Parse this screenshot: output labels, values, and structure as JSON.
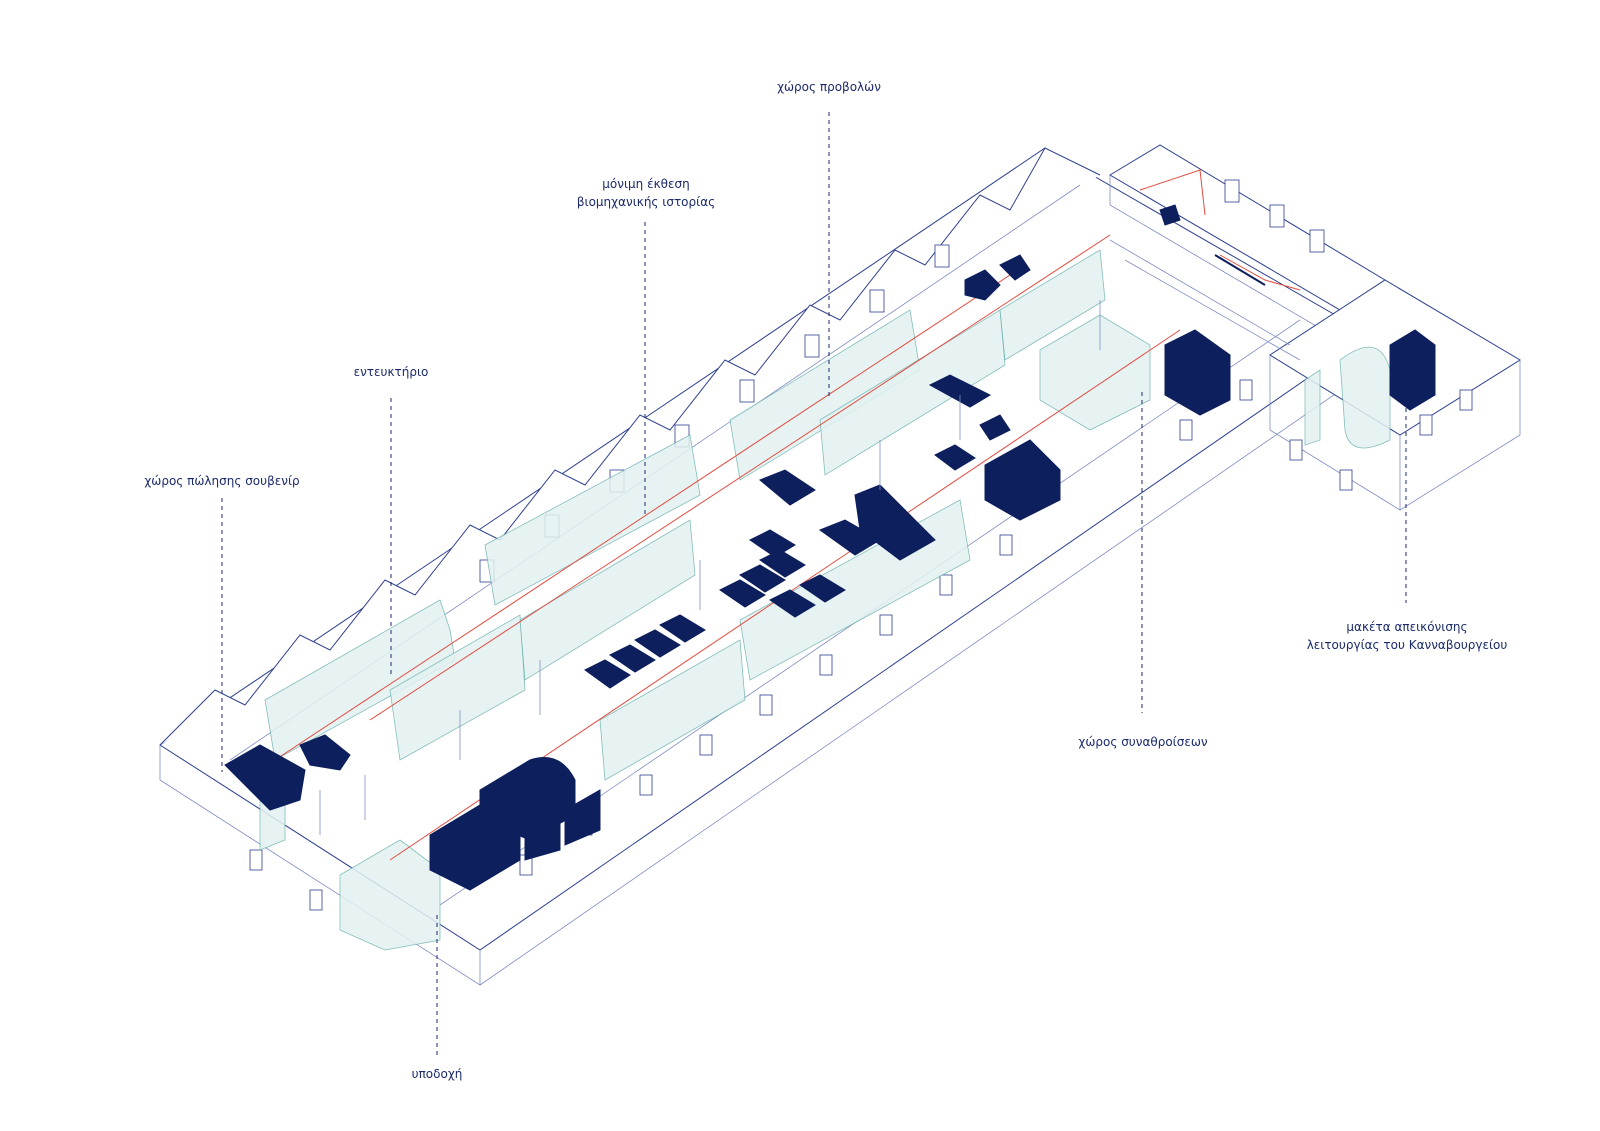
{
  "labels": {
    "projection": "χώρος προβολών",
    "exhibition_line1": "μόνιμη έκθεση",
    "exhibition_line2": "βιομηχανικής ιστορίας",
    "lounge": "εντευκτήριο",
    "souvenir": "χώρος πώλησης σουβενίρ",
    "model_line1": "μακέτα απεικόνισης",
    "model_line2": "λειτουργίας του Κανναβουργείου",
    "gathering": "χώρος συναθροίσεων",
    "reception": "υποδοχή"
  },
  "colors": {
    "label_text": "#1b2a6b",
    "building_lines": "#2d3f8f",
    "machines": "#0d1f5c",
    "curtains": "#6fb3b0",
    "circulation": "#e34b3f"
  }
}
